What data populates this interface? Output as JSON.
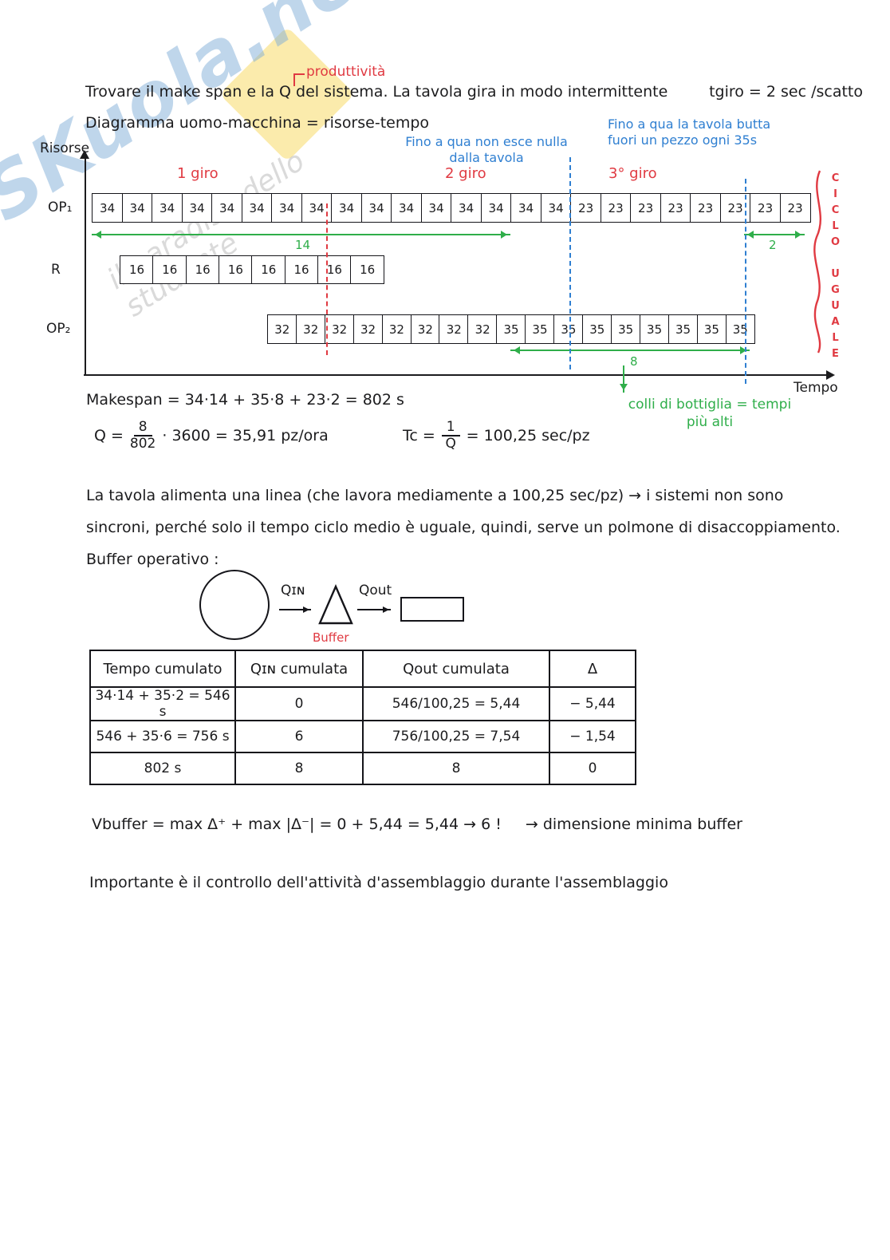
{
  "watermark": {
    "brand": "SKuola.net",
    "tagline": "il paradiso dello studente"
  },
  "header": {
    "produttivita_note": "produttività",
    "title": "Trovare il make span e la Q del sistema. La tavola gira in modo intermittente",
    "tgiro_note": "tgiro = 2 sec /scatto",
    "subtitle": "Diagramma uomo-macchina = risorse-tempo"
  },
  "diagram": {
    "y_axis_label": "Risorse",
    "x_axis_label": "Tempo",
    "giro_labels": [
      "1 giro",
      "2 giro",
      "3° giro"
    ],
    "note_empty_line1": "Fino a qua non esce nulla",
    "note_empty_line2": "dalla tavola",
    "note_output_line1": "Fino a qua la tavola butta",
    "note_output_line2": "fuori un pezzo ogni 35s",
    "op1_label": "OP₁",
    "op1_cells": [
      "34",
      "34",
      "34",
      "34",
      "34",
      "34",
      "34",
      "34",
      "34",
      "34",
      "34",
      "34",
      "34",
      "34",
      "34",
      "34",
      "23",
      "23",
      "23",
      "23",
      "23",
      "23",
      "23",
      "23"
    ],
    "r_label": "R",
    "r_cells": [
      "16",
      "16",
      "16",
      "16",
      "16",
      "16",
      "16",
      "16"
    ],
    "op2_label": "OP₂",
    "op2_cells": [
      "32",
      "32",
      "32",
      "32",
      "32",
      "32",
      "32",
      "32",
      "35",
      "35",
      "35",
      "35",
      "35",
      "35",
      "35",
      "35",
      "35"
    ],
    "span_14": "14",
    "span_2": "2",
    "span_8": "8",
    "ciclo_uguale": "CICLO UGUALE",
    "bottleneck_line1": "colli di bottiglia = tempi",
    "bottleneck_line2": "più alti"
  },
  "formulas": {
    "makespan": "Makespan = 34·14 + 35·8 + 23·2 = 802 s",
    "q_prefix": "Q =",
    "q_num": "8",
    "q_den": "802",
    "q_suffix": "· 3600 = 35,91 pz/ora",
    "tc_prefix": "Tc =",
    "tc_num": "1",
    "tc_den": "Q",
    "tc_suffix": "= 100,25 sec/pz"
  },
  "paragraph": {
    "line1": "La tavola alimenta una linea (che lavora mediamente a 100,25 sec/pz) → i sistemi non sono",
    "line2": "sincroni, perché solo il tempo ciclo medio è uguale, quindi, serve un polmone di disaccoppiamento.",
    "line3": "Buffer operativo :"
  },
  "buffer_diagram": {
    "qin": "Qɪɴ",
    "qout": "Qout",
    "buffer_label": "Buffer"
  },
  "table": {
    "headers": [
      "Tempo cumulato",
      "Qɪɴ cumulata",
      "Qout cumulata",
      "Δ"
    ],
    "rows": [
      [
        "34·14 + 35·2 = 546 s",
        "0",
        "546/100,25 = 5,44",
        "− 5,44"
      ],
      [
        "546 + 35·6 = 756 s",
        "6",
        "756/100,25 = 7,54",
        "− 1,54"
      ],
      [
        "802 s",
        "8",
        "8",
        "0"
      ]
    ]
  },
  "footer": {
    "vbuffer": "Vbuffer = max Δ⁺ + max |Δ⁻| = 0 + 5,44 = 5,44 → 6 !",
    "vbuffer_note": "→ dimensione minima buffer",
    "important": "Importante è il controllo dell'attività d'assemblaggio durante l'assemblaggio"
  },
  "colors": {
    "ink": "#1c1c1e",
    "red": "#e03a42",
    "green": "#2fae4a",
    "blue": "#2f7fd1"
  }
}
